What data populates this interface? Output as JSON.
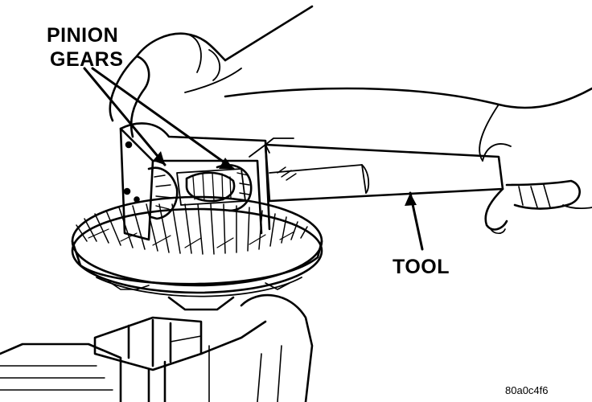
{
  "labels": {
    "pinion_line1": "PINION",
    "pinion_line2": "GEARS",
    "tool": "TOOL",
    "figure_code": "80a0c4f6"
  },
  "colors": {
    "ink": "#000000",
    "paper": "#ffffff"
  }
}
